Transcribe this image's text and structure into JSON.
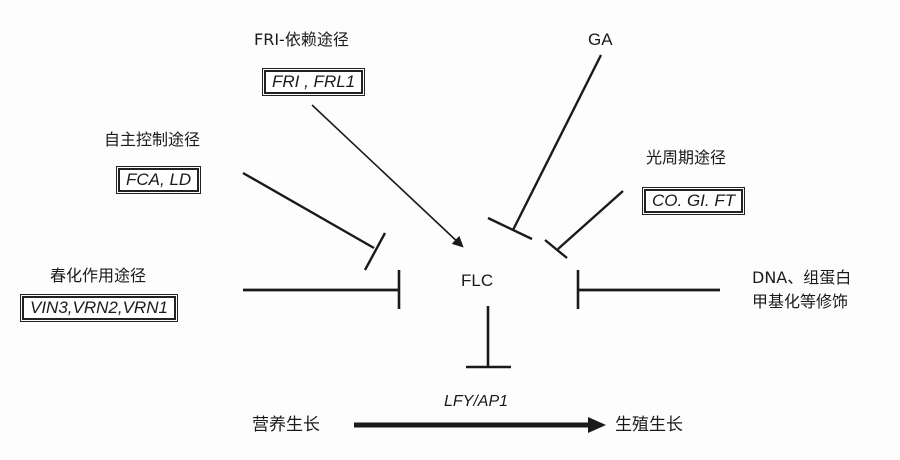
{
  "center": {
    "label": "FLC"
  },
  "pathways": {
    "fri": {
      "title": "FRI-依赖途径",
      "genes": "FRI , FRL1",
      "effect": "promotes"
    },
    "autonomous": {
      "title": "自主控制途径",
      "genes": "FCA, LD",
      "effect": "inhibits"
    },
    "vernalization": {
      "title": "春化作用途径",
      "genes": "VIN3,VRN2,VRN1",
      "effect": "inhibits"
    },
    "ga": {
      "title": "GA",
      "effect": "inhibits"
    },
    "photoperiod": {
      "title": "光周期途径",
      "genes": "CO. GI. FT",
      "effect": "inhibits"
    },
    "epigenetic": {
      "line1": "DNA、组蛋白",
      "line2": "甲基化等修饰",
      "effect": "inhibits"
    }
  },
  "output": {
    "target": "LFY/AP1",
    "from": "营养生长",
    "to": "生殖生长"
  },
  "colors": {
    "ink": "#1a1a1a",
    "background": "#fdfdfd"
  }
}
